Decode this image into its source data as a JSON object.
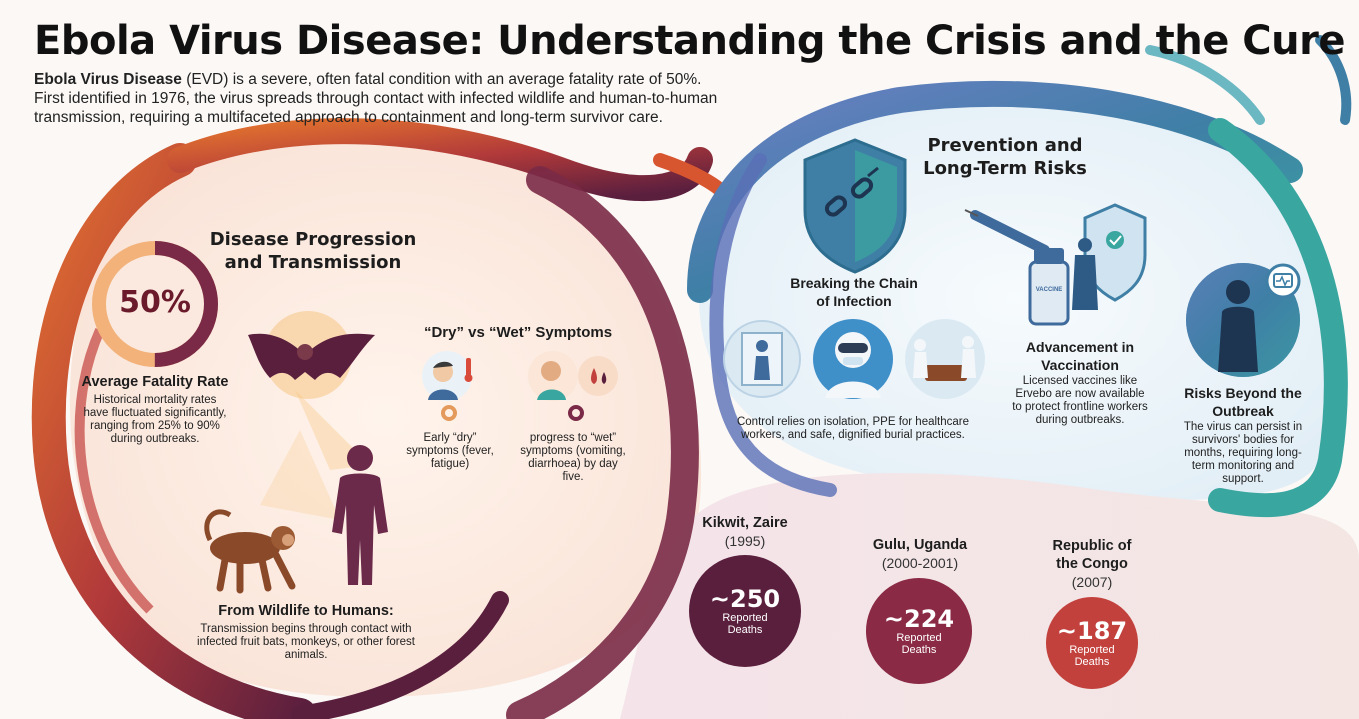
{
  "header": {
    "title": "Ebola Virus Disease: Understanding the Crisis and the Cure",
    "intro_bold": "Ebola Virus Disease",
    "intro_rest": " (EVD) is a severe, often fatal condition with an average fatality rate of 50%. First identified in 1976, the virus spreads through contact with infected wildlife and human-to-human transmission, requiring a multifaceted approach to containment and long-term survivor care."
  },
  "progression": {
    "heading_line1": "Disease Progression",
    "heading_line2": "and Transmission",
    "fatality": {
      "value_label": "50%",
      "value": 0.5,
      "title": "Average Fatality Rate",
      "text": "Historical mortality rates have fluctuated significantly, ranging from 25% to 90% during outbreaks."
    },
    "symptoms": {
      "heading": "“Dry” vs “Wet” Symptoms",
      "dry_text": "Early “dry” symptoms (fever, fatigue)",
      "wet_text": "progress to “wet” symptoms (vomiting, diarrhoea) by day five."
    },
    "wildlife": {
      "title": "From Wildlife to Humans:",
      "text": "Transmission begins through contact with infected fruit bats, monkeys, or other forest animals."
    }
  },
  "prevention": {
    "heading_line1": "Prevention and",
    "heading_line2": "Long-Term Risks",
    "chain": {
      "title_line1": "Breaking the Chain",
      "title_line2": "of Infection",
      "text": "Control relies on isolation, PPE for healthcare workers, and safe, dignified burial practices."
    },
    "vaccine": {
      "vial_label": "VACCINE",
      "title_line1": "Advancement in",
      "title_line2": "Vaccination",
      "text": "Licensed vaccines like Ervebo are now available to protect frontline workers during outbreaks."
    },
    "risks": {
      "title_line1": "Risks Beyond the",
      "title_line2": "Outbreak",
      "text": "The virus can persist in survivors' bodies for months, requiring long-term monitoring and support."
    }
  },
  "outbreaks": [
    {
      "place": "Kikwit, Zaire",
      "years": "(1995)",
      "deaths": "~250",
      "deaths_label": "Reported Deaths",
      "color": "#5b1f3e"
    },
    {
      "place": "Gulu, Uganda",
      "years": "(2000-2001)",
      "deaths": "~224",
      "deaths_label": "Reported Deaths",
      "color": "#8a2a45"
    },
    {
      "place_line1": "Republic of",
      "place_line2": "the Congo",
      "years": "(2007)",
      "deaths": "~187",
      "deaths_label": "Reported Deaths",
      "color": "#c2413d"
    }
  ],
  "colors": {
    "warm_swirl": "#c2413d",
    "dark_swirl": "#5b1f3e",
    "cool_swirl": "#3f7fa6",
    "teal": "#3aa6a0"
  }
}
